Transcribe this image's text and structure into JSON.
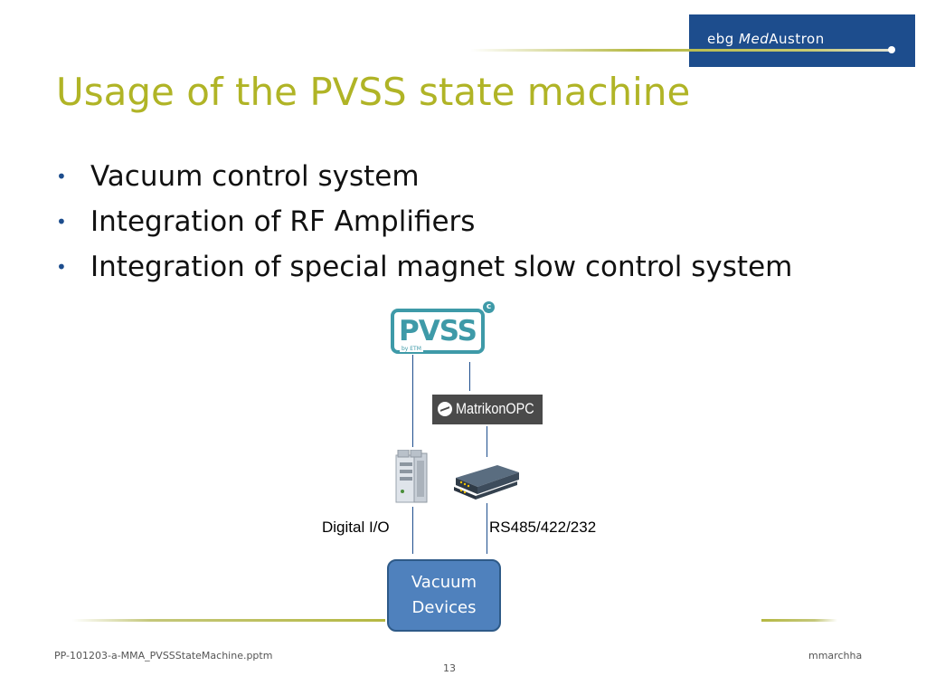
{
  "header": {
    "logo_prefix": "ebg ",
    "logo_med": "Med",
    "logo_suffix": "Austron"
  },
  "title": "Usage of the PVSS state machine",
  "bullets": [
    "Vacuum control system",
    "Integration of RF Amplifiers",
    "Integration of special magnet slow control system"
  ],
  "diagram": {
    "pvss_logo_text": "PVSS",
    "pvss_logo_sub": "by ETM",
    "pvss_logo_badge": "c",
    "matrikon_logo_text": "MatrikonOPC",
    "label_left": "Digital I/O",
    "label_right": "RS485/422/232",
    "target_line1": "Vacuum",
    "target_line2": "Devices"
  },
  "footer": {
    "filename": "PP-101203-a-MMA_PVSSStateMachine.pptm",
    "author": "mmarchha",
    "page_number": "13"
  },
  "colors": {
    "title": "#b0b426",
    "brand_blue": "#1d4d8d",
    "pvss_teal": "#3e9aa8",
    "box_fill": "#4f81bd"
  }
}
